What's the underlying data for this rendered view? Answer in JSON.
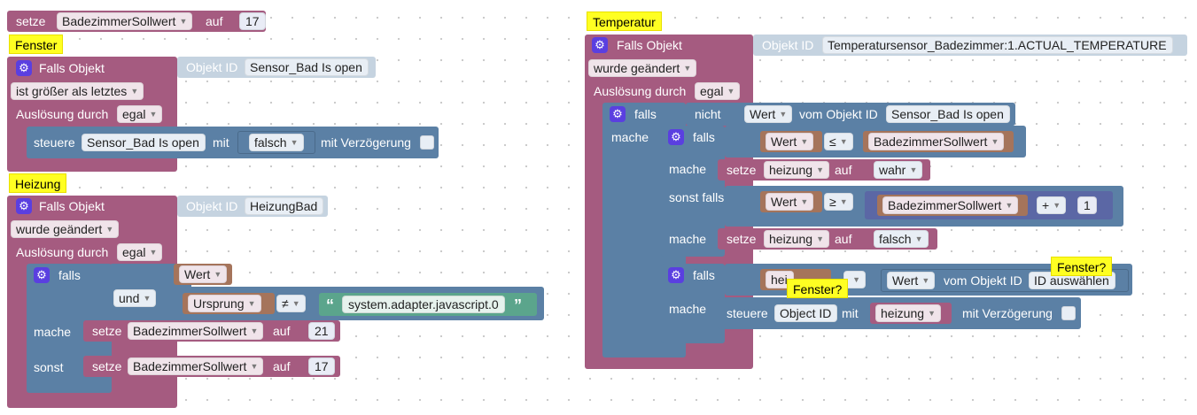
{
  "left": {
    "set_top": {
      "setze": "setze",
      "var": "BadezimmerSollwert",
      "auf": "auf",
      "value": "17"
    },
    "fenster": {
      "comment": "Fenster",
      "falls_objekt": "Falls Objekt",
      "objekt_id_label": "Objekt ID",
      "objekt_id_value": "Sensor_Bad Is open",
      "condition": "ist größer als letztes",
      "ausloesung_label": "Auslösung durch",
      "ausloesung_value": "egal",
      "steuere": "steuere",
      "steuere_obj": "Sensor_Bad Is open",
      "mit": "mit",
      "mit_value": "falsch",
      "mit_verzoegerung": "mit Verzögerung"
    },
    "heizung": {
      "comment": "Heizung",
      "falls_objekt": "Falls Objekt",
      "objekt_id_label": "Objekt ID",
      "objekt_id_value": "HeizungBad",
      "condition": "wurde geändert",
      "ausloesung_label": "Auslösung durch",
      "ausloesung_value": "egal",
      "falls": "falls",
      "wert": "Wert",
      "und": "und",
      "ursprung": "Ursprung",
      "ne": "≠",
      "string_value": "system.adapter.javascript.0",
      "mache": "mache",
      "setze1": "setze",
      "var1": "BadezimmerSollwert",
      "auf1": "auf",
      "val1": "21",
      "sonst": "sonst",
      "setze2": "setze",
      "var2": "BadezimmerSollwert",
      "auf2": "auf",
      "val2": "17"
    }
  },
  "right": {
    "comment": "Temperatur",
    "falls_objekt": "Falls Objekt",
    "objekt_id_label": "Objekt ID",
    "objekt_id_value": "Temperatursensor_Badezimmer:1.ACTUAL_TEMPERATURE",
    "condition": "wurde geändert",
    "ausloesung_label": "Auslösung durch",
    "ausloesung_value": "egal",
    "outer": {
      "falls": "falls",
      "nicht": "nicht",
      "wert": "Wert",
      "vom_objekt_id": "vom Objekt ID",
      "obj": "Sensor_Bad Is open",
      "mache": "mache"
    },
    "inner": {
      "falls": "falls",
      "wert1": "Wert",
      "le": "≤",
      "var1": "BadezimmerSollwert",
      "mache1": "mache",
      "setze1": "setze",
      "heizung1": "heizung",
      "auf1": "auf",
      "wahr": "wahr",
      "sonst_falls": "sonst falls",
      "wert2": "Wert",
      "ge": "≥",
      "var2": "BadezimmerSollwert",
      "plus": "+",
      "one": "1",
      "mache2": "mache",
      "setze2": "setze",
      "heizung2": "heizung",
      "auf2": "auf",
      "falsch": "falsch"
    },
    "third": {
      "falls": "falls",
      "heizung_partial": "hei",
      "wert": "Wert",
      "vom_objekt_id": "vom Objekt ID",
      "id_auswaehlen": "ID auswählen",
      "mache": "mache",
      "steuere": "steuere",
      "object_id": "Object ID",
      "mit": "mit",
      "heizung": "heizung",
      "mit_verzoegerung": "mit Verzögerung",
      "fenster1": "Fenster?",
      "fenster2": "Fenster?"
    }
  },
  "colors": {
    "event": "#a55b80",
    "logic": "#5b80a5",
    "variable": "#a5745b",
    "math": "#5b67a5",
    "text": "#5ba58c",
    "comment": "#ffff22"
  }
}
